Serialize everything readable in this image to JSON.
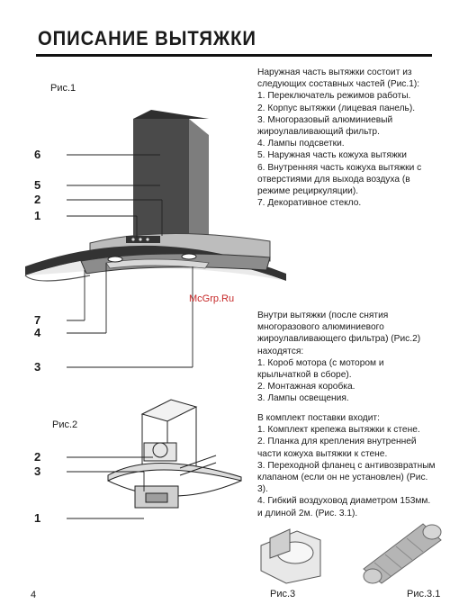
{
  "page": {
    "title": "ОПИСАНИЕ ВЫТЯЖКИ",
    "page_number": "4",
    "watermark": "McGrp.Ru"
  },
  "figures": {
    "fig1": {
      "caption": "Рис.1",
      "callouts": [
        "6",
        "5",
        "2",
        "1",
        "7",
        "4",
        "3"
      ]
    },
    "fig2": {
      "caption": "Рис.2",
      "callouts": [
        "2",
        "3",
        "1"
      ]
    },
    "fig3": {
      "caption": "Рис.3"
    },
    "fig31": {
      "caption": "Рис.3.1"
    }
  },
  "section1": {
    "intro": "Наружная часть вытяжки состоит из следующих составных частей (Рис.1):",
    "items": [
      "1. Переключатель режимов работы.",
      "2. Корпус вытяжки (лицевая панель).",
      "3. Многоразовый алюминиевый жироулавливающий фильтр.",
      "4. Лампы подсветки.",
      "5. Наружная часть кожуха вытяжки",
      "6. Внутренняя часть кожуха вытяжки с отверстиями для выхода воздуха (в режиме рециркуляции).",
      "7. Декоративное стекло."
    ]
  },
  "section2": {
    "intro": "Внутри вытяжки (после снятия многоразового алюминиевого жироулавливающего фильтра) (Рис.2) находятся:",
    "items": [
      "1. Короб мотора (с мотором и крыльчаткой в сборе).",
      "2. Монтажная коробка.",
      "3. Лампы освещения."
    ]
  },
  "section3": {
    "intro": "В комплект поставки входит:",
    "items": [
      "1. Комплект крепежа вытяжки к стене.",
      "2. Планка для крепления внутренней части кожуха вытяжки к стене.",
      "3. Переходной фланец с антивозвратным клапаном (если он не установлен) (Рис. 3).",
      "4. Гибкий воздуховод диаметром 153мм. и длиной  2м.  (Рис. 3.1)."
    ]
  }
}
